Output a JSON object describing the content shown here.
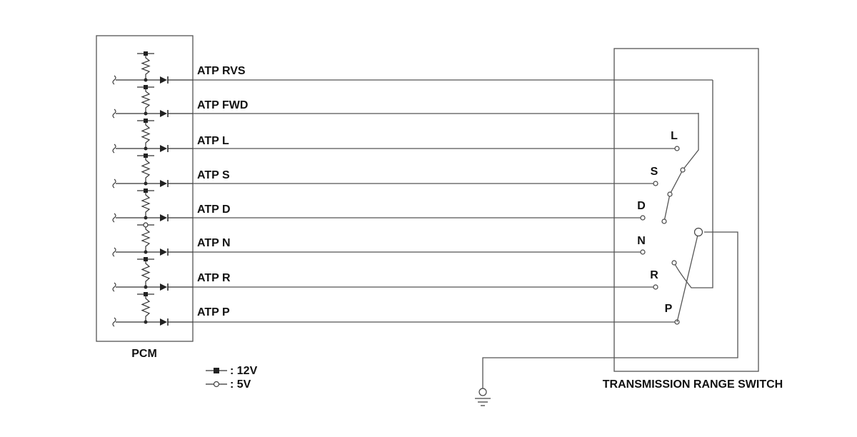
{
  "pcm": {
    "label": "PCM"
  },
  "switch": {
    "label": "TRANSMISSION RANGE SWITCH"
  },
  "signals": [
    {
      "name": "ATP RVS"
    },
    {
      "name": "ATP FWD"
    },
    {
      "name": "ATP L"
    },
    {
      "name": "ATP S"
    },
    {
      "name": "ATP D"
    },
    {
      "name": "ATP N"
    },
    {
      "name": "ATP R"
    },
    {
      "name": "ATP P"
    }
  ],
  "positions": [
    "L",
    "S",
    "D",
    "N",
    "R",
    "P"
  ],
  "legend": [
    {
      "marker": "filled",
      "text": ": 12V"
    },
    {
      "marker": "open",
      "text": ": 5V"
    }
  ]
}
